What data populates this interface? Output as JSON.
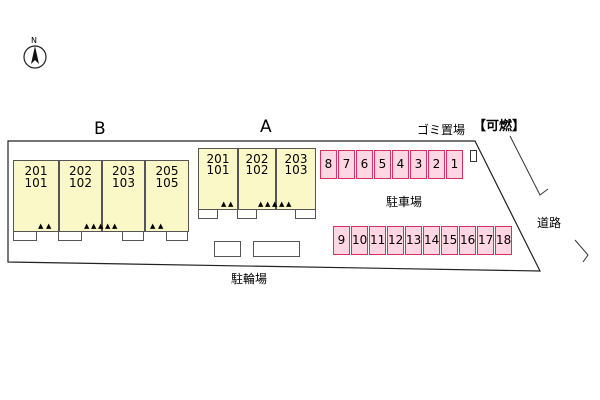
{
  "compass": {
    "label": "N",
    "icon": "north-arrow-icon"
  },
  "building_b": {
    "label": "B",
    "units": [
      {
        "upper": "201",
        "lower": "101"
      },
      {
        "upper": "202",
        "lower": "102"
      },
      {
        "upper": "203",
        "lower": "103"
      },
      {
        "upper": "205",
        "lower": "105"
      }
    ]
  },
  "building_a": {
    "label": "A",
    "units": [
      {
        "upper": "201",
        "lower": "101"
      },
      {
        "upper": "202",
        "lower": "102"
      },
      {
        "upper": "203",
        "lower": "103"
      }
    ]
  },
  "parking": {
    "label": "駐車場",
    "top_row": [
      "8",
      "7",
      "6",
      "5",
      "4",
      "3",
      "2",
      "1"
    ],
    "bottom_row": [
      "9",
      "10",
      "11",
      "12",
      "13",
      "14",
      "15",
      "16",
      "17",
      "18"
    ]
  },
  "bicycle_parking": {
    "label": "駐輪場"
  },
  "garbage": {
    "label": "ゴミ置場",
    "type_label": "【可燃】"
  },
  "road": {
    "label": "道路"
  },
  "entrance_mark": "▲",
  "colors": {
    "unit_fill": "#fbf8c8",
    "parking_fill": "#ffd6e3",
    "parking_border": "#d83060"
  }
}
